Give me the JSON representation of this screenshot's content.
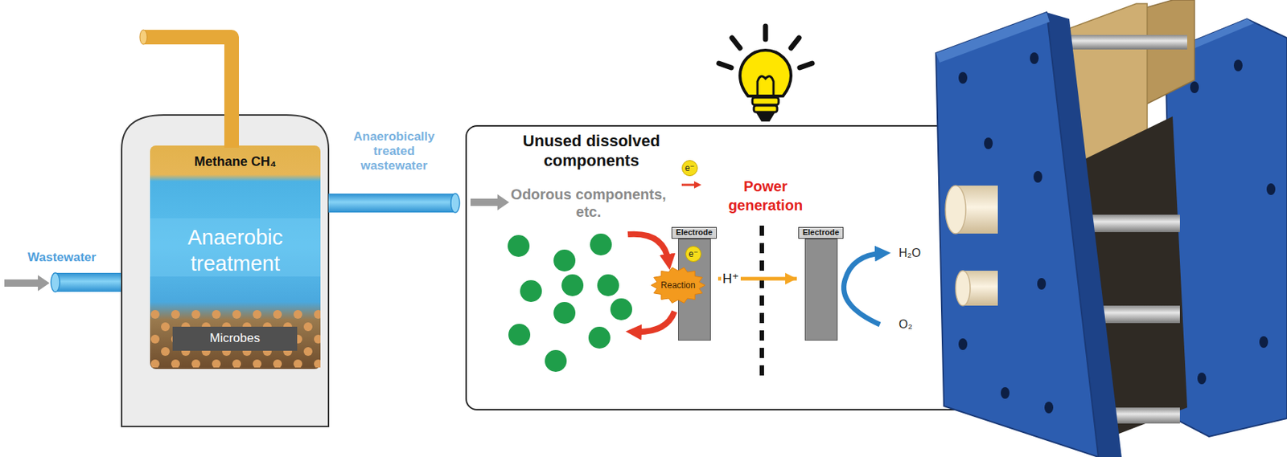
{
  "diagram": {
    "nodes": [
      {
        "text": [
          "Methane CH₄"
        ]
      },
      {
        "text": [
          "Anaerobic treatment"
        ]
      },
      {
        "text": [
          "Microbes"
        ],
        "in": 1
      },
      {
        "text": [
          "Unused dissolved components",
          "Odorous components, etc."
        ]
      },
      {
        "text": [
          "Electrode"
        ],
        "in": 3
      },
      {
        "text": [
          "Electrode"
        ],
        "in": 3
      },
      {
        "text": [
          "Reaction"
        ],
        "in": 3
      }
    ],
    "edges": [
      {
        "from": 4,
        "to": 5,
        "arrow": "to",
        "label": "H⁺"
      }
    ],
    "labels": [
      "Wastewater",
      "Anaerobically treated wastewater",
      "e⁻",
      "e⁻",
      "Power generation",
      "H₂O",
      "O₂"
    ]
  }
}
